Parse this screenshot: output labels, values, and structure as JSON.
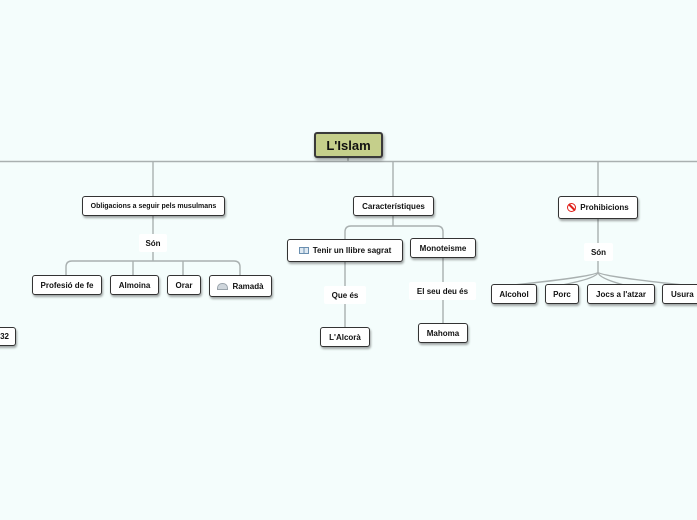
{
  "root": {
    "label": "L'Islam"
  },
  "branches": {
    "obligations": {
      "label": "Obligacions a seguir pels musulmans",
      "connector": "Són",
      "items": [
        "Profesió de fe",
        "Almoina",
        "Orar",
        "Ramadà"
      ]
    },
    "characteristics": {
      "label": "Característiques",
      "book": {
        "label": "Tenir un llibre sagrat",
        "connector": "Que és",
        "child": "L'Alcorà"
      },
      "monotheism": {
        "label": "Monoteisme",
        "connector": "El seu deu és",
        "child": "Mahoma"
      }
    },
    "prohibitions": {
      "label": "Prohibicions",
      "connector": "Són",
      "items": [
        "Alcohol",
        "Porc",
        "Jocs a l'atzar",
        "Usura"
      ]
    }
  },
  "offscreen_left": {
    "label": "32"
  },
  "icons": {
    "book": "book-icon",
    "ramadan": "mosque-icon",
    "prohibitions": "no-entry-icon"
  },
  "colors": {
    "background": "#f4fdfc",
    "root_fill": "#c5cf8b",
    "connector": "#a9b0b0",
    "prohibition_icon": "#e0201a"
  }
}
